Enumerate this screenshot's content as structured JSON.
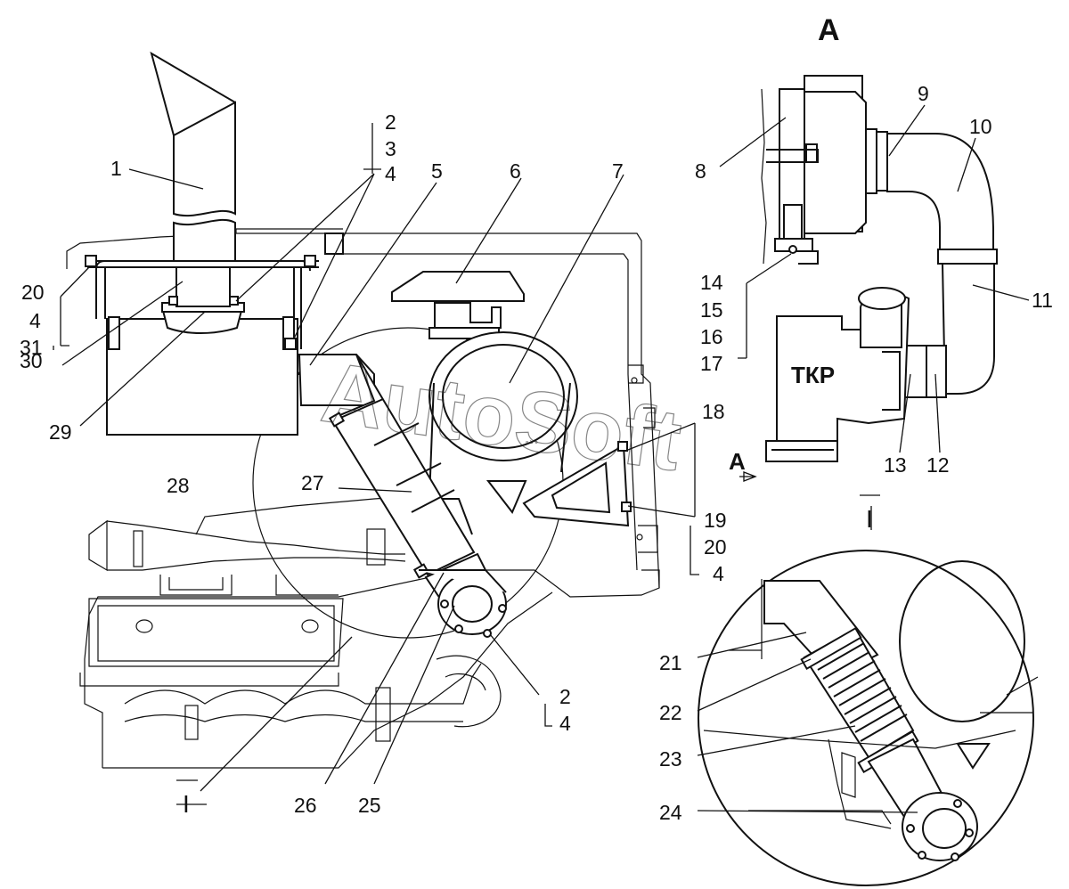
{
  "section": {
    "view_mark": "A",
    "cut_mark": "A",
    "detail_mark": "I"
  },
  "turbo_label": "ТКР",
  "watermark": "AutoSoft",
  "numbers": {
    "n1": "1",
    "n2a": "2",
    "n3": "3",
    "n4a": "4",
    "n5": "5",
    "n6": "6",
    "n7": "7",
    "n8": "8",
    "n9": "9",
    "n10": "10",
    "n11": "11",
    "n12": "12",
    "n13": "13",
    "n14": "14",
    "n15": "15",
    "n16": "16",
    "n17": "17",
    "n18": "18",
    "n19": "19",
    "n20a": "20",
    "n4b": "4",
    "n20b": "20",
    "n4c": "4",
    "n31": "31",
    "n30": "30",
    "n29": "29",
    "n28": "28",
    "n27": "27",
    "n2b": "2",
    "n4d": "4",
    "n26": "26",
    "n25": "25",
    "n21": "21",
    "n22": "22",
    "n23": "23",
    "n24": "24"
  }
}
